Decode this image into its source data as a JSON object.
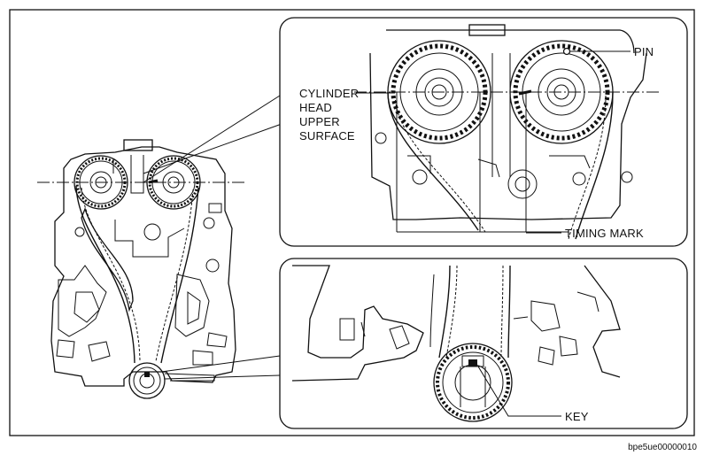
{
  "labels": {
    "cylinder_head_line1": "CYLINDER",
    "cylinder_head_line2": "HEAD",
    "cylinder_head_line3": "UPPER",
    "cylinder_head_line4": "SURFACE",
    "pin": "PIN",
    "timing_mark": "TIMING MARK",
    "key": "KEY"
  },
  "figure_ref": "bpe5ue00000010"
}
